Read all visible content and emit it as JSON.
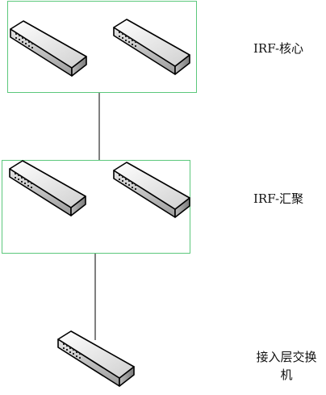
{
  "colors": {
    "group_border": "#5cc87c",
    "link_line": "#000000",
    "switch_top": "#f2f2f2",
    "switch_front": "#d9d9d9",
    "switch_outline": "#000000"
  },
  "tiers": {
    "core": {
      "label": "IRF-核心"
    },
    "aggregation": {
      "label": "IRF-汇聚"
    },
    "access": {
      "label": "接入层交换机"
    }
  },
  "icons": {
    "switch": "network-switch-icon"
  }
}
